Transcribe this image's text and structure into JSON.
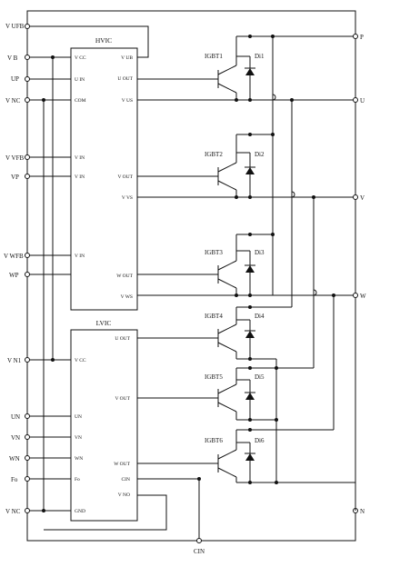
{
  "hvic": {
    "title": "HVIC",
    "left_pins": [
      "V CC",
      "U IN",
      "COM",
      "V IN",
      "V IN",
      "V IN"
    ],
    "right_pins": [
      "V UB",
      "U OUT",
      "V US",
      "V OUT",
      "V VS",
      "W OUT",
      "V WS"
    ]
  },
  "lvic": {
    "title": "LVIC",
    "left_pins": [
      "V CC",
      "UN",
      "VN",
      "WN",
      "Fo",
      "GND"
    ],
    "right_pins": [
      "U OUT",
      "V OUT",
      "W OUT",
      "CIN",
      "V NO"
    ]
  },
  "left_terminals": [
    "V UFB",
    "V B",
    "UP",
    "V NC",
    "V VFB",
    "VP",
    "V WFB",
    "WP",
    "V N1",
    "UN",
    "VN",
    "WN",
    "Fo",
    "V NC"
  ],
  "right_terminals": [
    "P",
    "U",
    "V",
    "W",
    "N"
  ],
  "bottom_terminal": "CIN",
  "igbts": [
    "IGBT1",
    "IGBT2",
    "IGBT3",
    "IGBT4",
    "IGBT5",
    "IGBT6"
  ],
  "diodes": [
    "Di1",
    "Di2",
    "Di3",
    "Di4",
    "Di5",
    "Di6"
  ]
}
